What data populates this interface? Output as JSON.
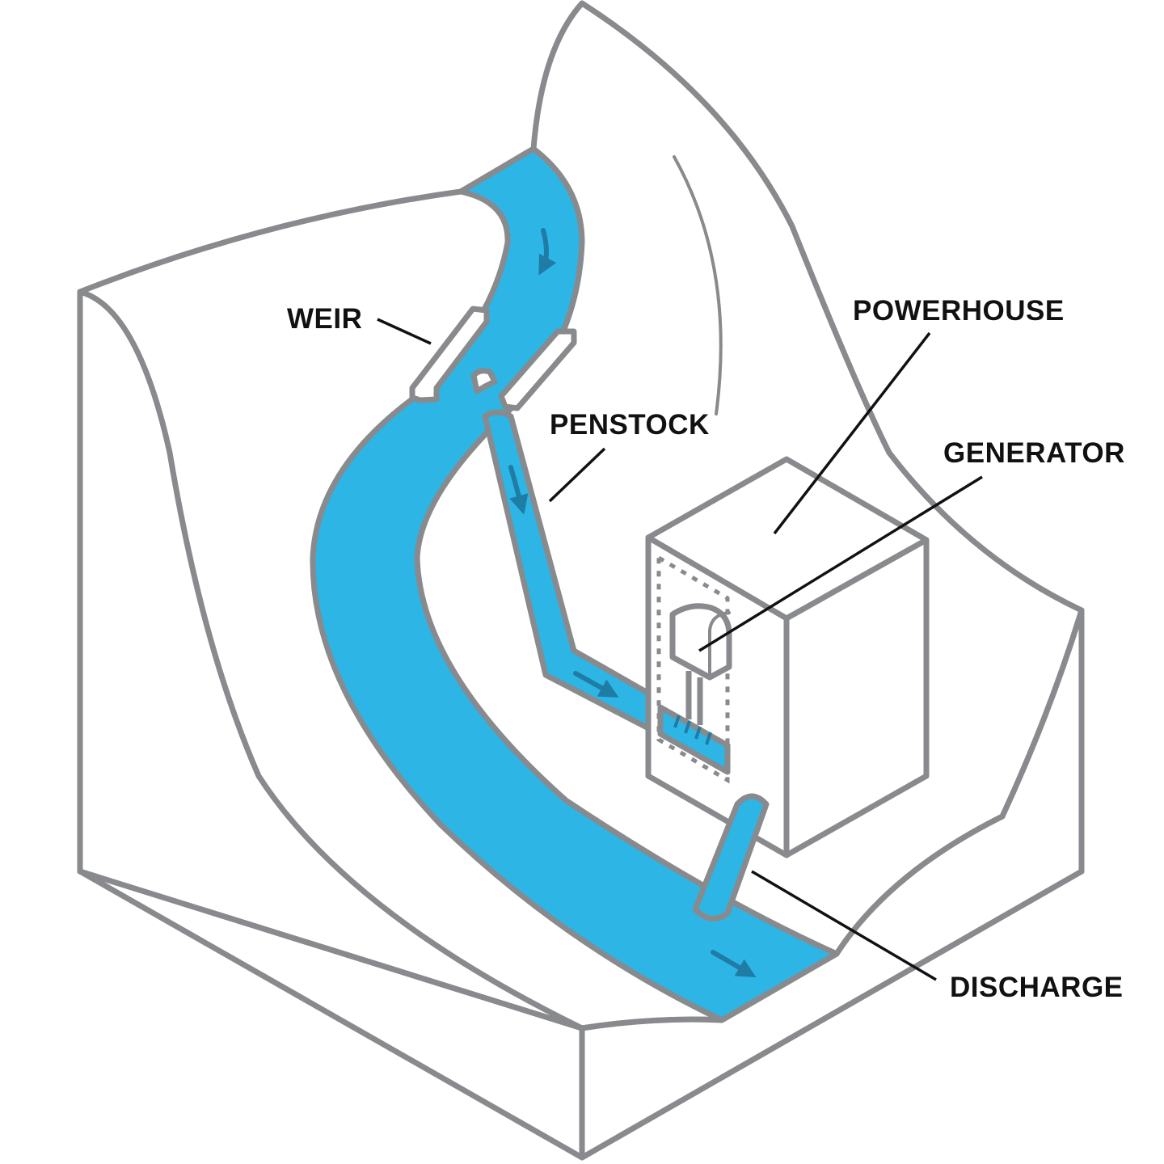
{
  "colors": {
    "water": "#2cb5e5",
    "arrow": "#1e7ca5",
    "outline": "#898a8d",
    "text": "#111111",
    "background": "#ffffff"
  },
  "labels": {
    "weir": "WEIR",
    "penstock": "PENSTOCK",
    "powerhouse": "POWERHOUSE",
    "generator": "GENERATOR",
    "discharge": "DISCHARGE"
  }
}
